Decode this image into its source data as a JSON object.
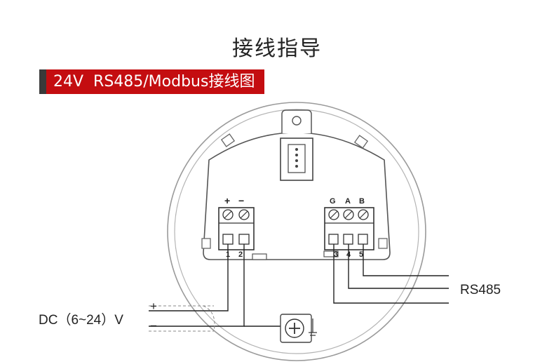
{
  "title": "接线指导",
  "banner": {
    "text": "24V  RS485/Modbus接线图",
    "accent_color": "#c40d10",
    "stripe_color": "#3a3a3a"
  },
  "terminals_left": {
    "polarity_labels": [
      "+",
      "−"
    ],
    "numbers": [
      "1",
      "2"
    ]
  },
  "terminals_right": {
    "signal_labels": [
      "G",
      "A",
      "B"
    ],
    "numbers": [
      "3",
      "4",
      "5"
    ]
  },
  "labels": {
    "power": "DC（6~24）V",
    "power_plus": "+",
    "power_minus": "−",
    "rs485": "RS485"
  },
  "icons": [
    "ground-screw-icon",
    "connector-icon"
  ]
}
